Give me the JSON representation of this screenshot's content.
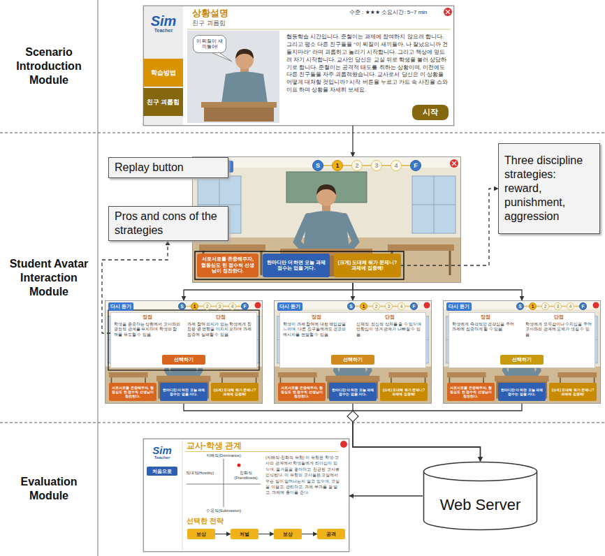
{
  "diagram": {
    "nodes": [
      {
        "text": [
          "상황설명",
          "친구 괴롭힘",
          "수준 : ★★★ 소요시간: 5~7 min",
          "협동학습 시간입니다. 준철이는 과제에 참여하지 않으려 합니다. 그리고 평소 다른 친구들을 “이 찌질이 새끼들아, 나 잘났으니까 건들지마라” 라며 괴롭히고 놀리기 시작합니다. 그리고 책상에 엎드려 자기 시작합니다. 교사인 당신은 교실 뒤로 학생을 불러 상담하기로 합니다. 준철이는 공격적 태도를 취하는 상황이며, 이전에도 다른 친구들을 자주 괴롭혀왔습니다. 교사로서 당신은 이 상황을 어떻게 대처할 것입니까? 시작 버튼을 누르고 카드 속 사진을 스와이프 하며 상황을 자세히 보세요."
        ]
      },
      {
        "text": [
          "Sim",
          "Teacher"
        ],
        "in": 0
      },
      {
        "text": [
          "학습방법"
        ],
        "in": 0
      },
      {
        "text": [
          "친구 괴롭힘"
        ],
        "in": 0
      },
      {
        "text": [
          "이 찌질이 새끼들아!"
        ],
        "in": 0
      },
      {
        "text": [
          "시작"
        ],
        "in": 0
      },
      {
        "text": [
          "S",
          "1",
          "2",
          "3",
          "4",
          "F"
        ]
      },
      {
        "text": [
          "다시 듣기"
        ],
        "in": 6
      },
      {
        "text": [
          "서로서로를 존중해주자, 협동심도 한 점수씩 선생님이 칭찬한다."
        ],
        "in": 6
      },
      {
        "text": [
          "한마디만 더 하면 오늘 과제 점수는 없을 거다."
        ],
        "in": 6
      },
      {
        "text": [
          "(크게) 도대체 뭐가 문제니? 과제에 집중해!"
        ],
        "in": 6
      },
      {
        "text": [
          "Replay button"
        ]
      },
      {
        "text": [
          "Three discipline strategies: reward, punishment, aggression"
        ]
      },
      {
        "text": [
          "Pros and cons of the strategies"
        ]
      },
      {
        "text": [
          "S",
          "1",
          "2",
          "3",
          "4",
          "F"
        ]
      },
      {
        "text": [
          "다시 듣기"
        ],
        "in": 14
      },
      {
        "text": [
          "장점",
          "단점",
          "학생을 존중하는 상황에서 교사와의 긍정적 관계를 유지하며 학생의 참여를 유도할 수 있음.",
          "과제 참여 의지가 없는 학생에게 칭찬은 큰 영향을 미치지 못하며 과제 집중에 실패할 수 있음."
        ],
        "in": 14
      },
      {
        "text": [
          "선택하기"
        ],
        "in": 16
      },
      {
        "text": [
          "서로서로를 존중해주자, 협동심도 한 점수씩 선생님이 칭찬한다."
        ],
        "in": 14
      },
      {
        "text": [
          "한마디만 더 하면 오늘 과제 점수는 없을 거다."
        ],
        "in": 14
      },
      {
        "text": [
          "(크게) 도대체 뭐가 문제니? 과제에 집중해!"
        ],
        "in": 14
      },
      {
        "text": [
          "S",
          "1",
          "2",
          "3",
          "4",
          "F"
        ]
      },
      {
        "text": [
          "다시 듣기"
        ],
        "in": 21
      },
      {
        "text": [
          "장점",
          "단점",
          "학생이 과제 참여에 대한 책임감을 느끼며, 다른 친구들에게도 경고의 메시지를 전달할 수 있음.",
          "신체적, 정신적 상처를 줄 수 있으며 반항심이 생겨 관계가 나빠질 수 있음."
        ],
        "in": 21
      },
      {
        "text": [
          "선택하기"
        ],
        "in": 23
      },
      {
        "text": [
          "서로서로를 존중해주자, 협동심도 한 점수씩 선생님이 칭찬한다."
        ],
        "in": 21
      },
      {
        "text": [
          "한마디만 더 하면 오늘 과제 점수는 없을 거다."
        ],
        "in": 21
      },
      {
        "text": [
          "(크게) 도대체 뭐가 문제니? 과제에 집중해!"
        ],
        "in": 21
      },
      {
        "text": [
          "S",
          "1",
          "2",
          "3",
          "4",
          "F"
        ]
      },
      {
        "text": [
          "다시 듣기"
        ],
        "in": 28
      },
      {
        "text": [
          "장점",
          "단점",
          "학생에게 즉각적인 경각심을 주어 과제에 집중하게 할 수 있음.",
          "학생에게 모욕감이나 수치심을 주어 교사와의 관계에 문제가 생길 수 있음."
        ],
        "in": 28
      },
      {
        "text": [
          "선택하기"
        ],
        "in": 30
      },
      {
        "text": [
          "서로서로를 존중해주자, 협동심도 한 점수씩 선생님이 칭찬한다."
        ],
        "in": 28
      },
      {
        "text": [
          "한마디만 더 하면 오늘 과제 점수는 없을 거다."
        ],
        "in": 28
      },
      {
        "text": [
          "(크게) 도대체 뭐가 문제니? 과제에 집중해!"
        ],
        "in": 28
      },
      {
        "text": [
          "Web Server"
        ]
      },
      {
        "text": [
          "교사-학생 관계",
          "지배적(Dominance)",
          "수용적(Submission)",
          "적대적(Hostility)",
          "친화적(Friendliness)",
          "(지배적-친화적 유형) 이 유형은 학생-교사의 관계에서 학생들에게 리더십이 있으며, 즐거움을 좋아하고, 친근한 교사로 인식된다. 이 유형의 교사들은 교실에서 무슨 일이 일어나는지 알고 있으며, 교실을 이끌고, 관리하고, 과제 부과를 잘 알고, 과제에 흥미를 준다.",
          "선택한 전략"
        ]
      },
      {
        "text": [
          "Sim",
          "Teacher"
        ],
        "in": 36
      },
      {
        "text": [
          "처음으로"
        ],
        "in": 36
      },
      {
        "text": [
          "보상"
        ],
        "in": 36
      },
      {
        "text": [
          "처벌"
        ],
        "in": 36
      },
      {
        "text": [
          "보상"
        ],
        "in": 36
      },
      {
        "text": [
          "공격"
        ],
        "in": 36
      }
    ],
    "edges": [
      {
        "from": 0,
        "to": 6,
        "arrow": "to"
      },
      {
        "from": 6,
        "to": 14,
        "arrow": "to"
      },
      {
        "from": 6,
        "to": 21,
        "arrow": "to"
      },
      {
        "from": 6,
        "to": 28,
        "arrow": "to"
      },
      {
        "from": 7,
        "to": 11,
        "arrow": "to"
      },
      {
        "from": 10,
        "to": 12,
        "arrow": "to"
      },
      {
        "from": 16,
        "to": 13,
        "arrow": "to"
      },
      {
        "from": 14,
        "to": 35,
        "arrow": "to"
      },
      {
        "from": 21,
        "to": 35,
        "arrow": "to"
      },
      {
        "from": 28,
        "to": 35,
        "arrow": "to"
      },
      {
        "from": 35,
        "to": 36,
        "arrow": "to"
      },
      {
        "from": 39,
        "to": 40,
        "arrow": "to"
      },
      {
        "from": 40,
        "to": 41,
        "arrow": "to"
      },
      {
        "from": 41,
        "to": 42,
        "arrow": "to"
      }
    ],
    "labels": [
      "Scenario Introduction Module",
      "Student Avatar Interaction Module",
      "Evaluation Module"
    ]
  }
}
